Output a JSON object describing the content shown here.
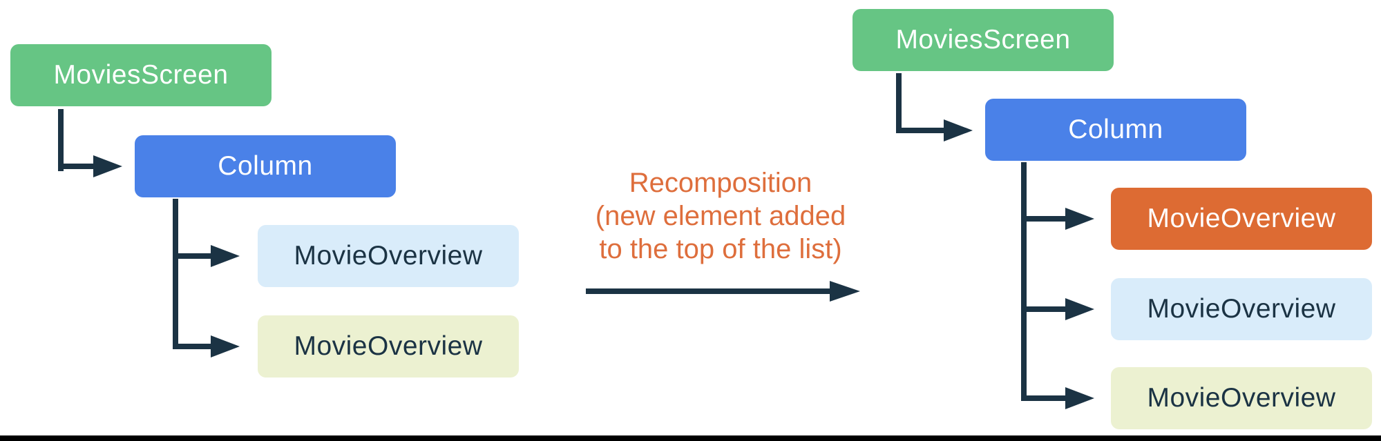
{
  "figure": {
    "annotation": {
      "line1": "Recomposition",
      "line2": "(new element added",
      "line3": "to the top of the list)"
    },
    "left_tree": {
      "root_label": "MoviesScreen",
      "column_label": "Column",
      "children": [
        {
          "label": "MovieOverview",
          "variant": "lightblue"
        },
        {
          "label": "MovieOverview",
          "variant": "cream"
        }
      ]
    },
    "right_tree": {
      "root_label": "MoviesScreen",
      "column_label": "Column",
      "children": [
        {
          "label": "MovieOverview",
          "variant": "orange"
        },
        {
          "label": "MovieOverview",
          "variant": "lightblue"
        },
        {
          "label": "MovieOverview",
          "variant": "cream"
        }
      ]
    },
    "colors": {
      "green": "#66C584",
      "blue": "#4A81E8",
      "light_blue": "#D9ECFA",
      "cream": "#ECF1D1",
      "orange": "#DD6B33",
      "navy": "#1B3344",
      "annotation_orange": "#DE6E3C",
      "baseline_black": "#000000"
    }
  }
}
